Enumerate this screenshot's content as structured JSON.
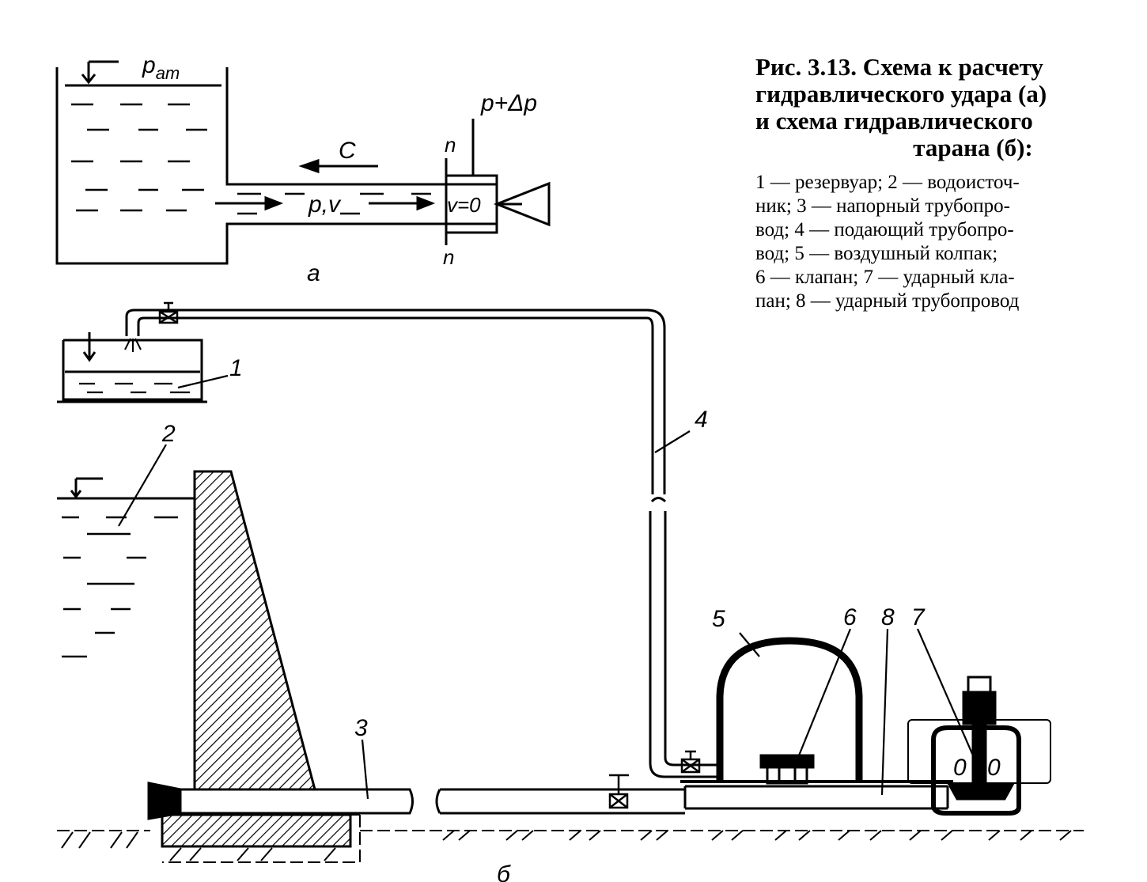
{
  "caption": {
    "title_line1": "Рис. 3.13. Схема к расчету",
    "title_line2": "гидравлического удара (а)",
    "title_line3": "и схема гидравлического",
    "title_line4": "тарана (б):",
    "legend_lines": [
      "1 — резервуар; 2 — водоисточ-",
      "ник; 3 — напорный трубопро-",
      "вод; 4 — подающий трубопро-",
      "вод; 5 — воздушный колпак;",
      "6 — клапан; 7 — ударный кла-",
      "пан; 8 — ударный трубопровод"
    ]
  },
  "diagram_a": {
    "label": "а",
    "p_atm": "p",
    "p_atm_sub": "am",
    "wave_speed": "C",
    "flow_label": "p,v",
    "valve_velocity": "v=0",
    "pressure_rise": "p+Δp",
    "section_top": "n",
    "section_bottom": "n"
  },
  "diagram_b": {
    "label": "б",
    "numbers": [
      "1",
      "2",
      "3",
      "4",
      "5",
      "6",
      "7",
      "8"
    ],
    "gauge_left": "0",
    "gauge_right": "0"
  }
}
